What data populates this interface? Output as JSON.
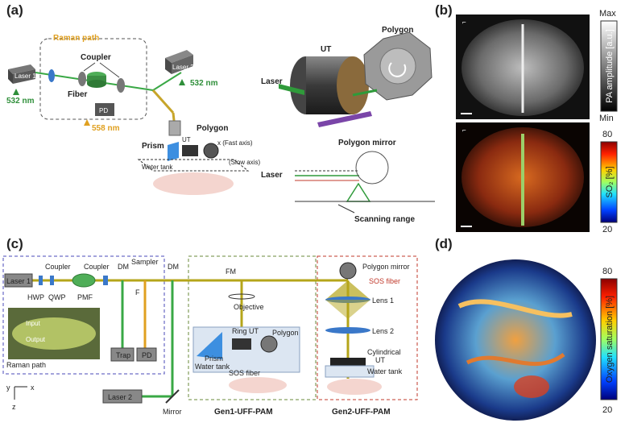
{
  "panels": {
    "a": {
      "label": "(a)",
      "raman_path": "Raman path",
      "coupler": "Coupler",
      "fiber": "Fiber",
      "pd": "PD",
      "laser1": "Laser 1",
      "laser2": "Laser 2",
      "wl_532": "532 nm",
      "wl_558": "558 nm",
      "prism": "Prism",
      "ut": "UT",
      "polygon": "Polygon",
      "water_tank": "Water tank",
      "fast_axis": "x (Fast axis)",
      "slow_axis": "(Slow axis)",
      "laser": "Laser",
      "polygon_mirror": "Polygon mirror",
      "scanning_range": "Scanning range"
    },
    "b": {
      "label": "(b)",
      "axis_glyph": "⌐",
      "cb1_max": "Max",
      "cb1_min": "Min",
      "cb1_title": "PA amplitude [a.u.]",
      "cb2_top": "80",
      "cb2_bottom": "20",
      "cb2_title": "SO₂ [%]"
    },
    "c": {
      "label": "(c)",
      "laser1": "Laser 1",
      "laser2": "Laser 2",
      "hwp": "HWP",
      "qwp": "QWP",
      "coupler": "Coupler",
      "pmf": "PMF",
      "dm": "DM",
      "sampler": "Sampler",
      "f": "F",
      "input": "Input",
      "output": "Output",
      "raman_path": "Raman path",
      "trap": "Trap",
      "pd": "PD",
      "mirror": "Mirror",
      "ax_x": "x",
      "ax_y": "y",
      "ax_z": "z",
      "fm": "FM",
      "objective": "Objective",
      "ring_ut": "Ring UT",
      "polygon": "Polygon",
      "prism": "Prism",
      "water_tank": "Water tank",
      "sos_fiber": "SOS fiber",
      "gen1": "Gen1-UFF-PAM",
      "polygon_mirror": "Polygon mirror",
      "lens1": "Lens 1",
      "lens2": "Lens 2",
      "cylindrical": "Cylindrical",
      "ut": "UT",
      "gen2": "Gen2-UFF-PAM"
    },
    "d": {
      "label": "(d)",
      "cb_top": "80",
      "cb_bottom": "20",
      "cb_title": "Oxygen saturation [%]"
    }
  },
  "colors": {
    "laser_green": "#39a845",
    "raman_yellow": "#e0a020",
    "combined_beam": "#b5a51a",
    "gen1_box": "#6a8a3a",
    "gen2_box": "#c0392b",
    "raman_box": "#4a4ab8"
  }
}
